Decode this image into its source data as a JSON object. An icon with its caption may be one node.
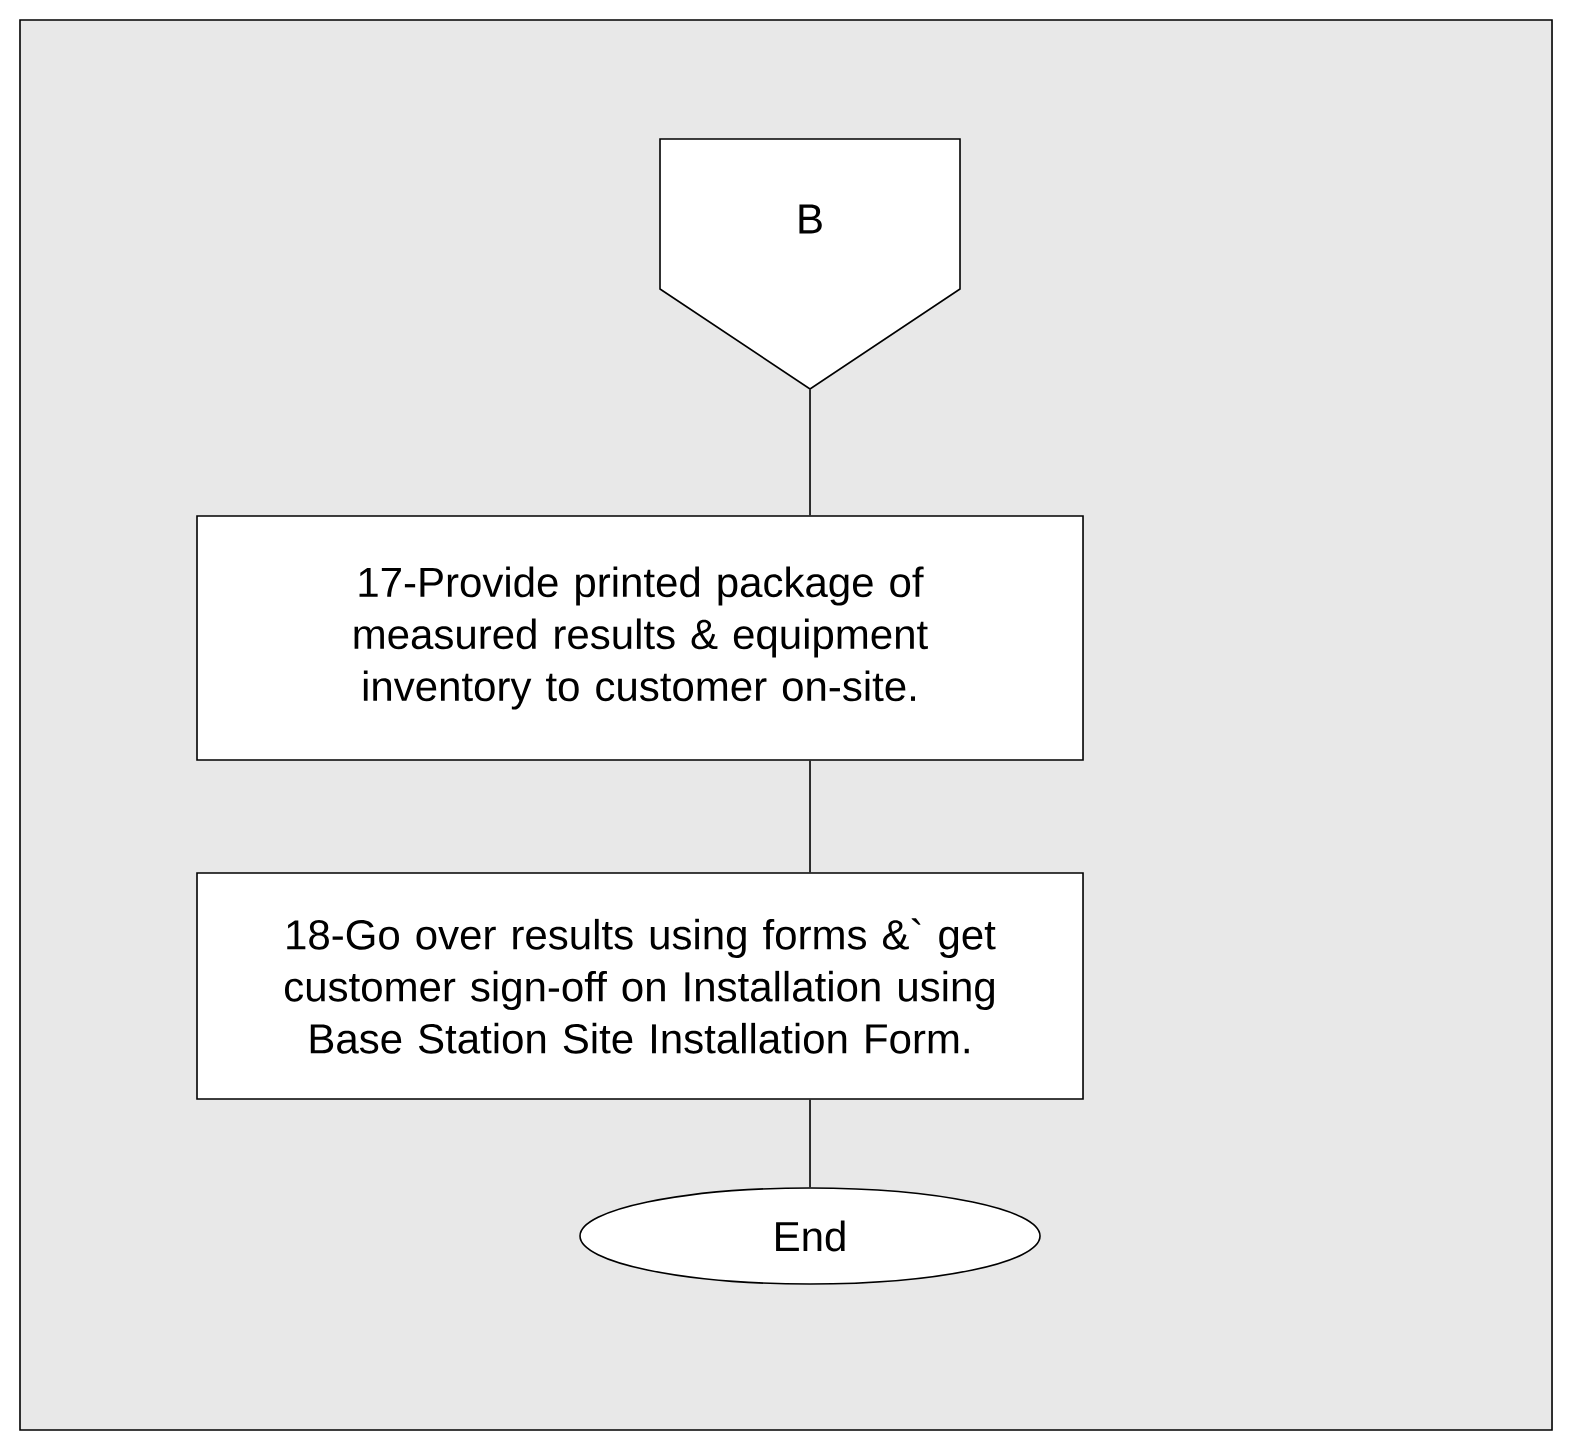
{
  "diagram": {
    "nodes": [
      {
        "text": [
          "B"
        ]
      },
      {
        "text": [
          "17-Provide printed package of measured results & equipment inventory to customer on-site."
        ]
      },
      {
        "text": [
          "18-Go over results using forms &` get customer sign-off on Installation using Base Station Site Installation Form."
        ]
      },
      {
        "text": [
          "End"
        ]
      }
    ],
    "edges": [
      {
        "from": 0,
        "to": 1,
        "arrow": "none"
      },
      {
        "from": 1,
        "to": 2,
        "arrow": "none"
      },
      {
        "from": 2,
        "to": 3,
        "arrow": "none"
      }
    ]
  }
}
